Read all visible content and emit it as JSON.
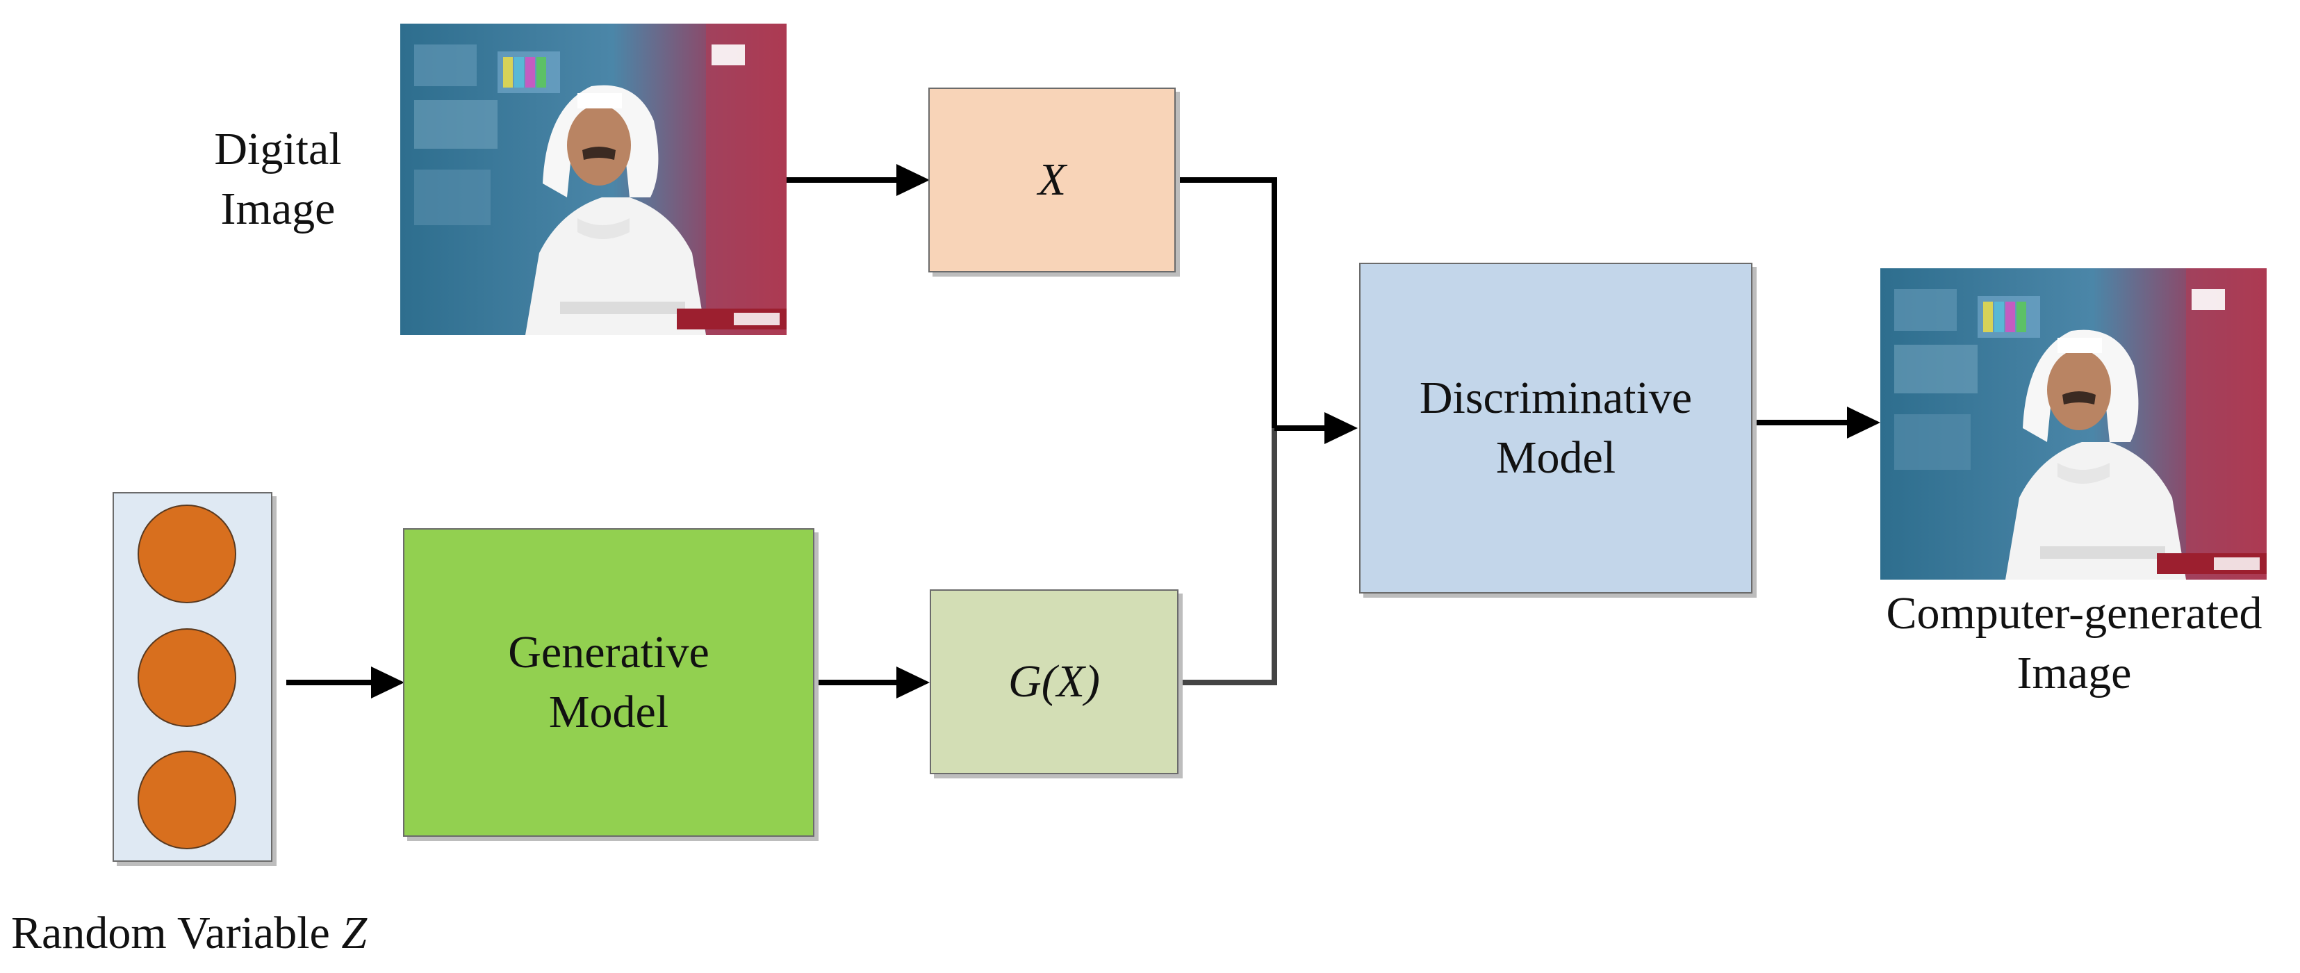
{
  "labels": {
    "digital_line1": "Digital",
    "digital_line2": "Image",
    "cg_line1": "Computer-generated",
    "cg_line2": "Image",
    "random_prefix": "Random Variable ",
    "random_var": "Z"
  },
  "boxes": {
    "x_label": "X",
    "gx_label": "G(X)",
    "generative_line1": "Generative",
    "generative_line2": "Model",
    "discriminative_line1": "Discriminative",
    "discriminative_line2": "Model"
  },
  "colors": {
    "x_box": "#f8d4b8",
    "gx_box": "#d3deb5",
    "generative_box": "#92d050",
    "discriminative_box": "#c3d6ea",
    "noise_panel": "#dfe9f3",
    "noise_circle": "#d86f1e"
  }
}
